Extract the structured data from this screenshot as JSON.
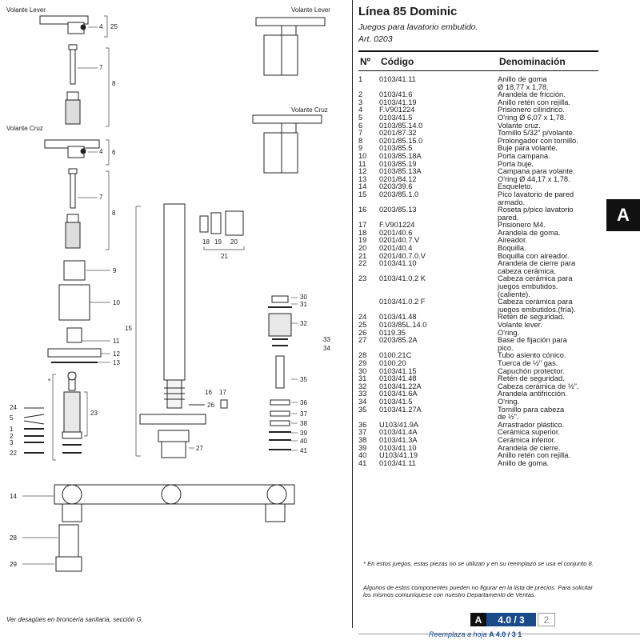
{
  "header": {
    "title": "Línea 85 Dominic",
    "subtitle": "Juegos para lavatorio embutido.",
    "article": "Art. 0203"
  },
  "table": {
    "col_n": "Nº",
    "col_code": "Código",
    "col_desc": "Denominación",
    "rows": [
      {
        "n": "1",
        "code": "0103/41.11",
        "desc": "Anillo de goma"
      },
      {
        "n": "",
        "code": "",
        "desc": "Ø 18,77 x 1,78."
      },
      {
        "n": "2",
        "code": "0103/41.6",
        "desc": "Arandela de fricción."
      },
      {
        "n": "3",
        "code": "0103/41.19",
        "desc": "Anillo retén con rejilla."
      },
      {
        "n": "4",
        "code": "F.V901224",
        "desc": "Prisionero cilíndrico."
      },
      {
        "n": "5",
        "code": "0103/41.5",
        "desc": "O'ring Ø 6,07 x 1,78."
      },
      {
        "n": "6",
        "code": "0103/85.14.0",
        "desc": "Volante cruz."
      },
      {
        "n": "7",
        "code": "0201/87.32",
        "desc": "Tornillo 5/32\" p/volante."
      },
      {
        "n": "8",
        "code": "0201/85.15.0",
        "desc": "Prolongador con tornillo."
      },
      {
        "n": "9",
        "code": "0103/85.5",
        "desc": "Buje para volante."
      },
      {
        "n": "10",
        "code": "0103/85.18A",
        "desc": "Porta campana."
      },
      {
        "n": "11",
        "code": "0103/85.19",
        "desc": "Porta buje."
      },
      {
        "n": "12",
        "code": "0103/85.13A",
        "desc": "Campana para volante."
      },
      {
        "n": "13",
        "code": "0201/84.12",
        "desc": "O'ring Ø 44,17 x 1,78."
      },
      {
        "n": "14",
        "code": "0203/39.6",
        "desc": "Esqueleto."
      },
      {
        "n": "15",
        "code": "0203/85.1.0",
        "desc": "Pico lavatorio de pared"
      },
      {
        "n": "",
        "code": "",
        "desc": "armado."
      },
      {
        "n": "16",
        "code": "0203/85.13",
        "desc": "Roseta p/pico lavatorio"
      },
      {
        "n": "",
        "code": "",
        "desc": "pared."
      },
      {
        "n": "17",
        "code": "F.V901224",
        "desc": "Prisionero M4."
      },
      {
        "n": "18",
        "code": "0201/40.6",
        "desc": "Arandela de goma."
      },
      {
        "n": "19",
        "code": "0201/40.7.V",
        "desc": "Aireador."
      },
      {
        "n": "20",
        "code": "0201/40.4",
        "desc": "Boquilla."
      },
      {
        "n": "21",
        "code": "0201/40.7.0.V",
        "desc": "Boquilla con aireador."
      },
      {
        "n": "22",
        "code": "0103/41.10",
        "desc": "Arandela de cierre para"
      },
      {
        "n": "",
        "code": "",
        "desc": "cabeza cerámica."
      },
      {
        "n": "23",
        "code": "0103/41.0.2 K",
        "desc": "Cabeza cerámica para"
      },
      {
        "n": "",
        "code": "",
        "desc": "juegos embutidos."
      },
      {
        "n": "",
        "code": "",
        "desc": "(caliente)."
      },
      {
        "n": "",
        "code": "0103/41.0.2 F",
        "desc": "Cabeza cerámica para"
      },
      {
        "n": "",
        "code": "",
        "desc": "juegos embutidos.(fría)."
      },
      {
        "n": "24",
        "code": "0103/41.48",
        "desc": "Retén de seguridad."
      },
      {
        "n": "25",
        "code": "0103/85L.14.0",
        "desc": "Volante lever."
      },
      {
        "n": "26",
        "code": "0119.35",
        "desc": "O'ring."
      },
      {
        "n": "27",
        "code": "0203/85.2A",
        "desc": "Base de fijación para"
      },
      {
        "n": "",
        "code": "",
        "desc": "pico."
      },
      {
        "n": "28",
        "code": "0100.21C",
        "desc": "Tubo asiento cónico."
      },
      {
        "n": "29",
        "code": "0100.20",
        "desc": "Tuerca de ½\" gas."
      },
      {
        "n": "30",
        "code": "0103/41.15",
        "desc": "Capuchón protector."
      },
      {
        "n": "31",
        "code": "0103/41.48",
        "desc": "Retén de seguridad."
      },
      {
        "n": "32",
        "code": "0103/41.22A",
        "desc": "Cabeza cerámica de ½\"."
      },
      {
        "n": "33",
        "code": "0103/41.6A",
        "desc": "Arandela antifricción."
      },
      {
        "n": "34",
        "code": "0103/41.5",
        "desc": "O'ring."
      },
      {
        "n": "35",
        "code": "0103/41.27A",
        "desc": "Tornillo para cabeza"
      },
      {
        "n": "",
        "code": "",
        "desc": "de ½\"."
      },
      {
        "n": "36",
        "code": "U103/41.9A",
        "desc": "Arrastrador plástico."
      },
      {
        "n": "37",
        "code": "0103/41.4A",
        "desc": "Cerámica superior."
      },
      {
        "n": "38",
        "code": "0103/41.3A",
        "desc": "Cerámica inferior."
      },
      {
        "n": "39",
        "code": "0103/41.10",
        "desc": "Arandela de cierre."
      },
      {
        "n": "40",
        "code": "U103/41.19",
        "desc": "Anillo retén con rejilla."
      },
      {
        "n": "41",
        "code": "0103/41.11",
        "desc": "Anillo de goma."
      }
    ]
  },
  "notes": {
    "asterisk": "* En estos juegos, estas piezas no se utilizan y en su reemplazo se usa el conjunto 8.",
    "availability": "Algunos de estos componentes pueden no figurar en la lista de precios. Para solicitar los mismos comuníquese con nuestro Departamento de Ventas."
  },
  "drawing": {
    "label_lever_left": "Volante Lever",
    "label_lever_right": "Volante Lever",
    "label_cruz_left": "Volante Cruz",
    "label_cruz_right": "Volante Cruz",
    "footnote": "Ver desagües en broncería sanitaria, sección G.",
    "callouts": [
      "4",
      "25",
      "7",
      "8",
      "4",
      "6",
      "7",
      "8",
      "9",
      "10",
      "11",
      "12",
      "13",
      "15",
      "18",
      "19",
      "20",
      "21",
      "*",
      "23",
      "24",
      "5",
      "1",
      "2",
      "3",
      "22",
      "16",
      "17",
      "26",
      "27",
      "30",
      "31",
      "32",
      "33",
      "34",
      "35",
      "36",
      "37",
      "38",
      "39",
      "40",
      "41",
      "14",
      "28",
      "29"
    ]
  },
  "page": {
    "section_letter": "A",
    "section_tab": "A",
    "page_number": "4.0 / 3",
    "revision": "2",
    "replaces_label": "Reemplaza a hoja",
    "replaces_value": "A  4.0 / 3  1"
  },
  "colors": {
    "accent": "#1b4a8a",
    "text": "#1a1a1a",
    "part_fill": "#ffffff",
    "part_stroke": "#222222"
  }
}
